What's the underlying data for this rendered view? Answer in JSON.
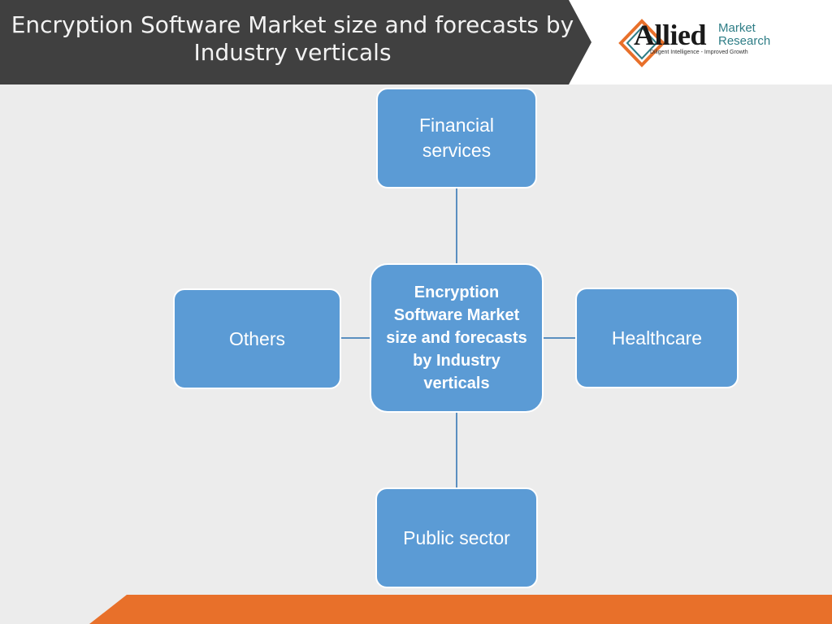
{
  "header": {
    "title": "Encryption Software Market size and forecasts by Industry verticals"
  },
  "logo": {
    "brand": "Allied",
    "market": "Market",
    "research": "Research",
    "tagline": "Diligent Intelligence - Improved Growth"
  },
  "diagram": {
    "center": "Encryption Software Market size and forecasts by Industry verticals",
    "top": "Financial services",
    "left": "Others",
    "right": "Healthcare",
    "bottom": "Public sector"
  },
  "colors": {
    "node_fill": "#5b9bd5",
    "header_band": "#404040",
    "footer_bar": "#e8702a",
    "logo_teal": "#2e7d86",
    "logo_orange": "#e8702a"
  }
}
